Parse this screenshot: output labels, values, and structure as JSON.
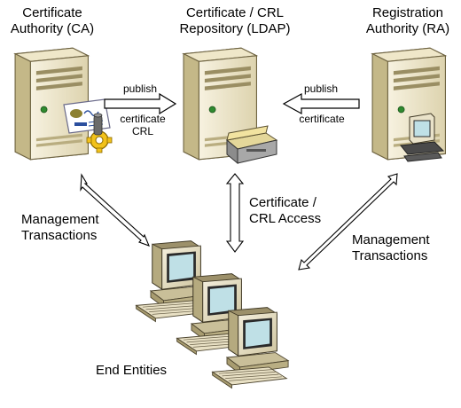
{
  "nodes": {
    "ca": {
      "line1": "Certificate",
      "line2": "Authority (CA)"
    },
    "repo": {
      "line1": "Certificate / CRL",
      "line2": "Repository (LDAP)"
    },
    "ra": {
      "line1": "Registration",
      "line2": "Authority (RA)"
    },
    "end_entities": {
      "label": "End Entities"
    }
  },
  "edges": {
    "ca_to_repo": {
      "top": "publish",
      "bottom1": "certificate",
      "bottom2": "CRL"
    },
    "ra_to_repo": {
      "top": "publish",
      "bottom": "certificate"
    },
    "ca_mgmt": {
      "line1": "Management",
      "line2": "Transactions"
    },
    "repo_access": {
      "line1": "Certificate /",
      "line2": "CRL Access"
    },
    "ra_mgmt": {
      "line1": "Management",
      "line2": "Transactions"
    }
  },
  "icons": [
    "server-tower-icon",
    "certificate-icon",
    "gear-icon",
    "file-drawer-icon",
    "workstation-icon",
    "desktop-computer-icon",
    "double-arrow-icon"
  ],
  "colors": {
    "server_light": "#f2ebd5",
    "server_mid": "#d9cfaa",
    "server_dark": "#a79a6e",
    "led_green": "#2f8a2f",
    "monitor_screen": "#bfe0e6",
    "gear_yellow": "#f2c21b"
  }
}
